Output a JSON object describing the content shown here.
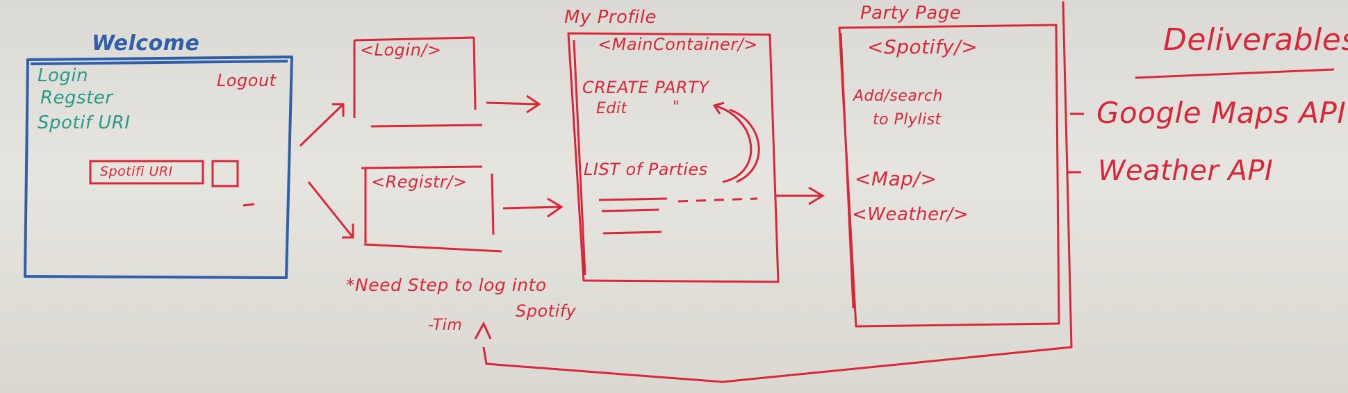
{
  "welcome": {
    "title": "Welcome",
    "login": "Login",
    "register": "Regster",
    "spotify_uri": "Spotif URI",
    "logout": "Logout",
    "spotify_button": "Spotifi URI"
  },
  "components": {
    "login": "<Login/>",
    "register": "<Registr/>"
  },
  "note": {
    "text": "*Need Step to log into",
    "text2": "Spotify",
    "signature": "-Tim"
  },
  "my_profile": {
    "title": "My Profile",
    "container": "<MainContainer/>",
    "create_party": "CREATE PARTY",
    "edit": "Edit",
    "ditto": "\"",
    "list_of_parties": "LIST of Parties"
  },
  "party_page": {
    "title": "Party Page",
    "spotify": "<Spotify/>",
    "add_search_1": "Add/search",
    "add_search_2": "to Plylist",
    "map": "<Map/>",
    "weather": "<Weather/>"
  },
  "deliverables": {
    "title": "Deliverables",
    "items": [
      "Google Maps API",
      "Weather API"
    ]
  },
  "colors": {
    "red_marker": "#d7283a",
    "blue_marker": "#2f5fa8",
    "teal_marker": "#2a9a88",
    "board": "#e2e0da"
  }
}
